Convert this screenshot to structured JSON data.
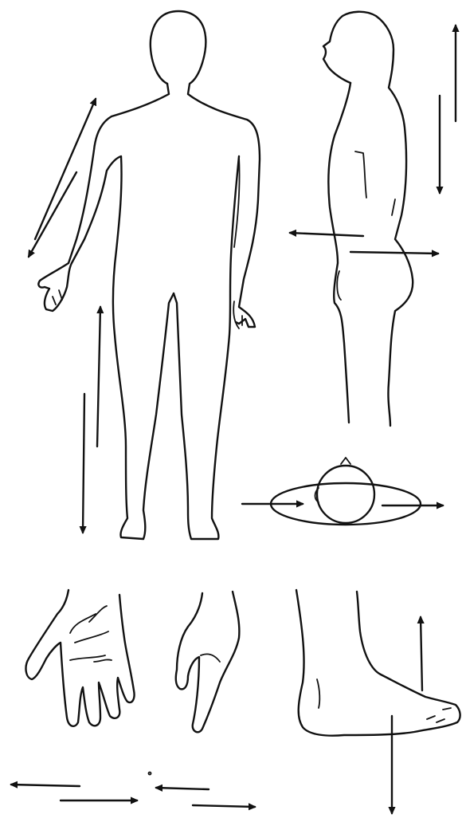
{
  "figure": {
    "line_color": "#111111",
    "background": "#ffffff",
    "panels": [
      "body-front-view",
      "body-side-view",
      "body-top-view",
      "hand-palm-view",
      "hand-side-view",
      "foot-side-view"
    ]
  }
}
